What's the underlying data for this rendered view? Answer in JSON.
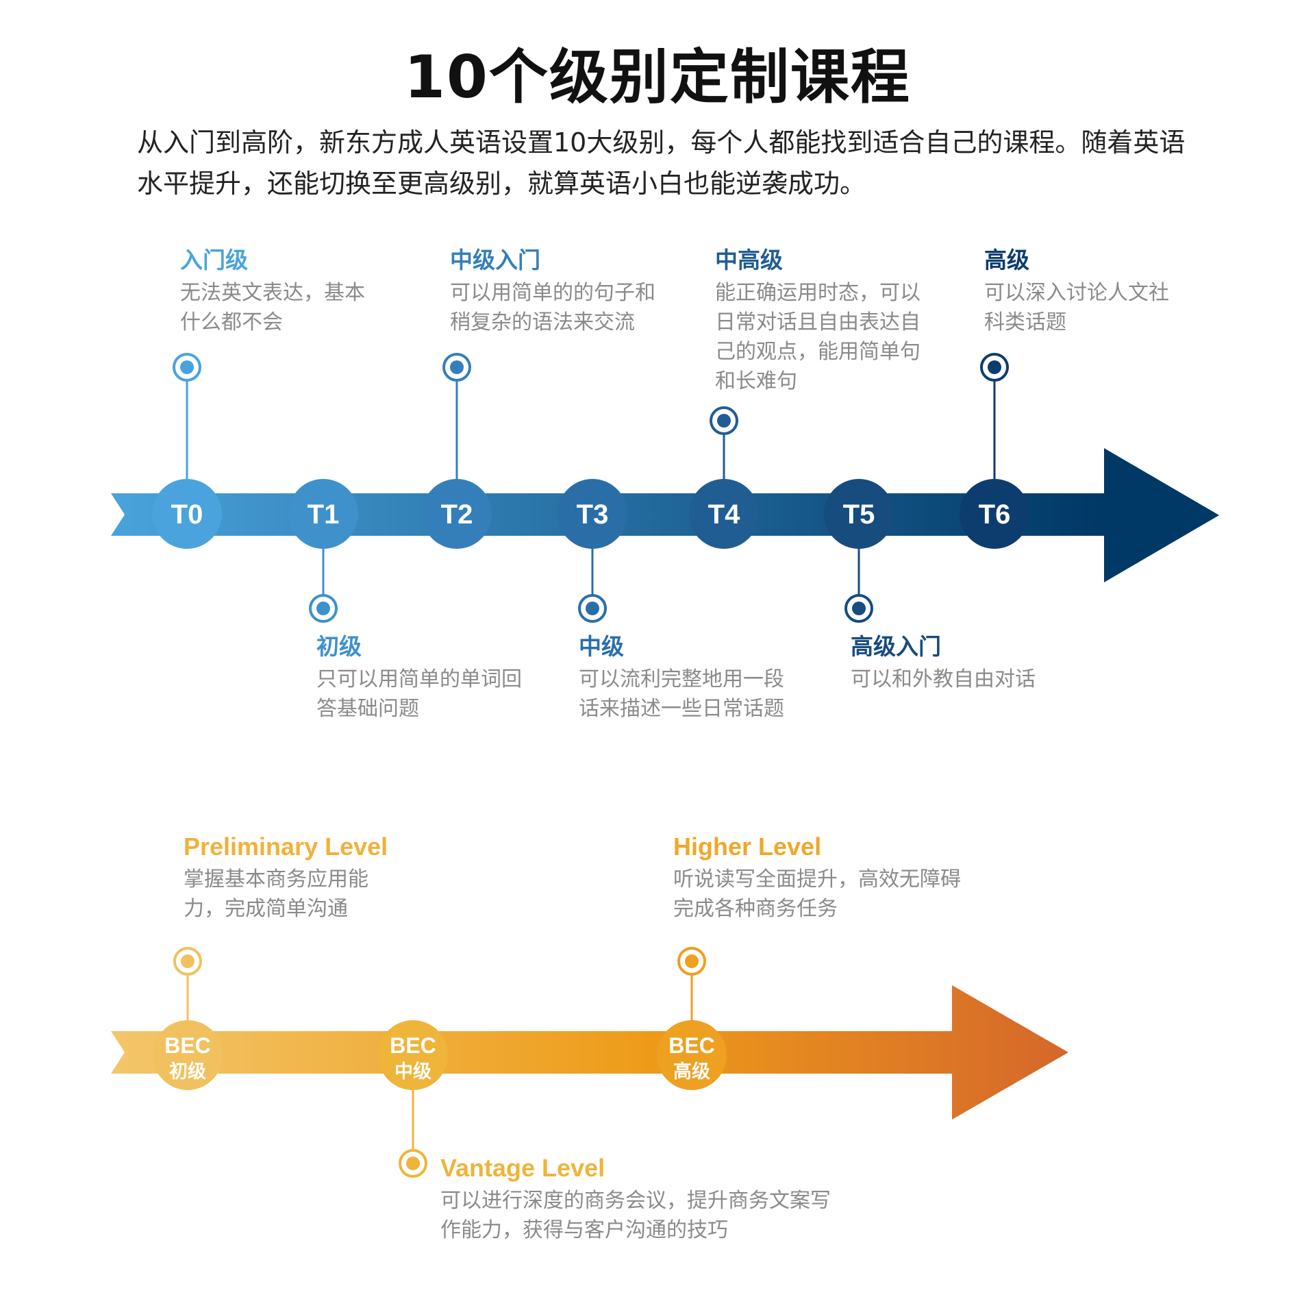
{
  "title": "10个级别定制课程",
  "intro": "从入门到高阶，新东方成人英语设置10大级别，每个人都能找到适合自己的课程。随着英语水平提升，还能切换至更高级别，就算英语小白也能逆袭成功。",
  "colors": {
    "blue_light": "#4aa3dc",
    "blue_dark": "#003866",
    "orange_light": "#f3c66a",
    "orange_dark": "#d5672a"
  },
  "timeline": {
    "nodes": [
      "T0",
      "T1",
      "T2",
      "T3",
      "T4",
      "T5",
      "T6"
    ],
    "levels": [
      {
        "node": "T0",
        "title": "入门级",
        "desc": "无法英文表达，基本什么都不会",
        "color": "#4aa3dc"
      },
      {
        "node": "T1",
        "title": "初级",
        "desc": "只可以用简单的单词回答基础问题",
        "color": "#3e91cb"
      },
      {
        "node": "T2",
        "title": "中级入门",
        "desc": "可以用简单的的句子和稍复杂的语法来交流",
        "color": "#347fba"
      },
      {
        "node": "T3",
        "title": "中级",
        "desc": "可以流利完整地用一段话来描述一些日常话题",
        "color": "#2a6ea8"
      },
      {
        "node": "T4",
        "title": "中高级",
        "desc": "能正确运用时态，可以日常对话且自由表达自己的观点，能用简单句和长难句",
        "color": "#205d93"
      },
      {
        "node": "T5",
        "title": "高级入门",
        "desc": "可以和外教自由对话",
        "color": "#164c7e"
      },
      {
        "node": "T6",
        "title": "高级",
        "desc": "可以深入讨论人文社科类话题",
        "color": "#0d3d6e"
      }
    ]
  },
  "bec": {
    "nodes": [
      {
        "top": "BEC",
        "bottom": "初级"
      },
      {
        "top": "BEC",
        "bottom": "中级"
      },
      {
        "top": "BEC",
        "bottom": "高级"
      }
    ],
    "levels": [
      {
        "title": "Preliminary Level",
        "desc": "掌握基本商务应用能力，完成简单沟通",
        "color": "#f1c15f"
      },
      {
        "title": "Vantage Level",
        "desc": "可以进行深度的商务会议，提升商务文案写作能力，获得与客户沟通的技巧",
        "color": "#efb43a"
      },
      {
        "title": "Higher Level",
        "desc": "听说读写全面提升，高效无障碍完成各种商务任务",
        "color": "#eea021"
      }
    ]
  }
}
